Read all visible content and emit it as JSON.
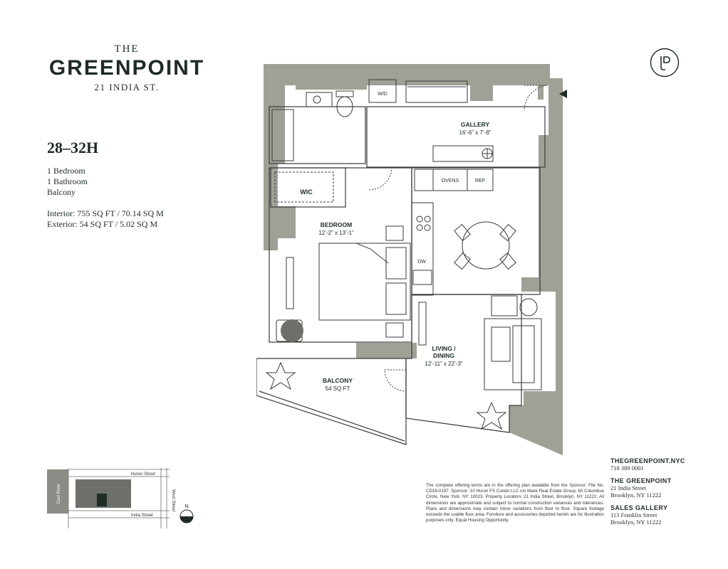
{
  "brand": {
    "the": "THE",
    "name": "GREENPOINT",
    "address": "21 INDIA ST."
  },
  "unit": {
    "name": "28–32H",
    "bedrooms": "1 Bedroom",
    "bathrooms": "1 Bathroom",
    "outdoor": "Balcony",
    "interior": "Interior: 755 SQ FT / 70.14 SQ M",
    "exterior": "Exterior: 54 SQ FT / 5.02 SQ M"
  },
  "rooms": {
    "wd": "W/D",
    "gallery": "GALLERY",
    "gallery_dims": "16’-6” x 7’-8”",
    "wic": "WIC",
    "bedroom": "BEDROOM",
    "bedroom_dims": "12’-2” x 13’-1”",
    "ovens": "OVENS",
    "ref": "REF",
    "dw": "DW",
    "living": "LIVING /",
    "dining": "DINING",
    "living_dims": "12’-11” x 22’-3”",
    "balcony": "BALCONY",
    "balcony_dims": "54 SQ FT"
  },
  "keymap": {
    "huron": "Huron Street",
    "india": "India Street",
    "west": "West Street",
    "river": "East River",
    "north": "N"
  },
  "contact": {
    "website": "THEGREENPOINT.NYC",
    "phone": "718 389 0001",
    "building_title": "THE GREENPOINT",
    "building_street": "21 India Street",
    "building_city": "Brooklyn, NY 11222",
    "sales_title": "SALES GALLERY",
    "sales_street": "113 Franklin Street",
    "sales_city": "Brooklyn, NY 11222"
  },
  "disclaimer": "The complete offering terms are in the offering plan available from the Sponsor. File No. CD16-0197. Sponsor: 10 Huron FS Condo LLC c/o Mack Real Estate Group, 60 Columbus Circle, New York, NY 10023. Property Location: 21 India Street, Brooklyn, NY 11222. All dimensions are approximate and subject to normal construction variances and tolerances. Plans and dimensions may contain minor variations from floor to floor. Square footage exceeds the usable floor area. Furniture and accessories depicted herein are for illustration purposes only. Equal Housing Opportunity.",
  "colors": {
    "wall": "#9fa196",
    "ink": "#1f2b25",
    "line": "#3a3a3a"
  }
}
